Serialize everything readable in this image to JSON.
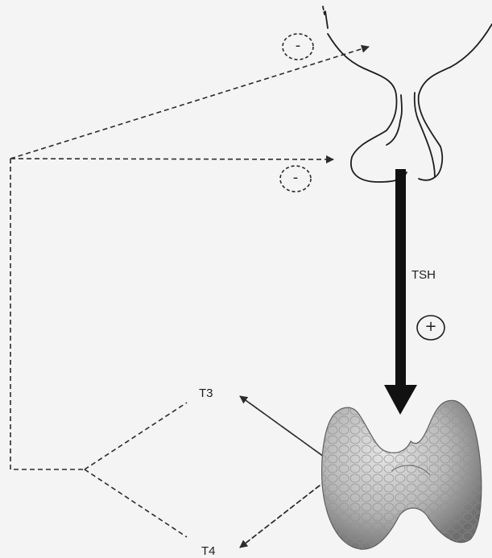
{
  "labels": {
    "hormone": "TSH",
    "t3": "T3",
    "t4": "T4"
  },
  "signs": {
    "stimulate": "+",
    "inhibit_upper": "-",
    "inhibit_lower": "-"
  },
  "colors": {
    "background": "#f4f4f4",
    "line": "#1e1e1e",
    "thyroid_light": "#d8d8d8",
    "thyroid_dark": "#7a7a7a"
  },
  "icons": {
    "hypothalamus": "hypothalamus-pituitary-outline",
    "thyroid": "thyroid-gland-illustration"
  }
}
